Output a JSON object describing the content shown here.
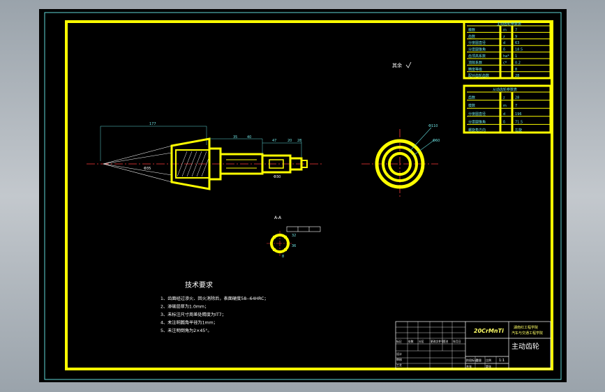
{
  "drawing": {
    "view_marks": {
      "surface_note": "其余",
      "section_label": "A-A"
    },
    "tech_req": {
      "title": "技术要求",
      "items": [
        "1、齿面经过渗火、回火消除后，表面硬度58--64HRC；",
        "2、渗碳层厚为1.0mm；",
        "3、未标注尺寸周差处精度为IT7；",
        "4、未注明圆角半径为1mm；",
        "5、未注明倒角为2×45°。"
      ]
    },
    "title_block": {
      "material": "20CrMnTi",
      "school": "湖南红工程学院",
      "dept": "汽车与交通工程学院",
      "part_name": "主动齿轮",
      "scale": "1:1",
      "marks": [
        "标记",
        "处数",
        "分区",
        "更改文件号",
        "签名",
        "年月日"
      ],
      "roles": [
        "设计",
        "审核",
        "工艺"
      ],
      "extra": [
        "阶段标记",
        "重量",
        "比例",
        "共张",
        "第张"
      ]
    },
    "gear_table_1": {
      "title": "主动齿轮参数表",
      "rows": [
        [
          "模数",
          "m",
          "7"
        ],
        [
          "齿数",
          "z",
          "9"
        ],
        [
          "分度圆直径",
          "d",
          "63"
        ],
        [
          "分度圆锥角",
          "δ",
          "18.5"
        ],
        [
          "齿顶高系数",
          "ha*",
          "1"
        ],
        [
          "顶隙系数",
          "c*",
          "0.2"
        ],
        [
          "精度等级",
          "",
          "8"
        ],
        [
          "配对齿轮齿数",
          "",
          "28"
        ]
      ]
    },
    "gear_table_2": {
      "title": "从动齿轮参数表",
      "rows": [
        [
          "齿数",
          "z",
          "28"
        ],
        [
          "模数",
          "m",
          "7"
        ],
        [
          "分度圆直径",
          "d",
          "196"
        ],
        [
          "分度圆锥角",
          "δ",
          "71.5"
        ],
        [
          "螺旋角方向",
          "",
          "左旋"
        ]
      ]
    },
    "dims": {
      "overall_length": "177",
      "len_1": "35",
      "len_2": "40",
      "len_3": "47",
      "len_4": "20",
      "len_5": "28",
      "dia_1": "Φ35",
      "dia_2": "Φ30",
      "radial_1": "Φ110",
      "radial_2": "Φ60",
      "spline_1": "8",
      "spline_2": "32",
      "spline_3": "36"
    }
  }
}
